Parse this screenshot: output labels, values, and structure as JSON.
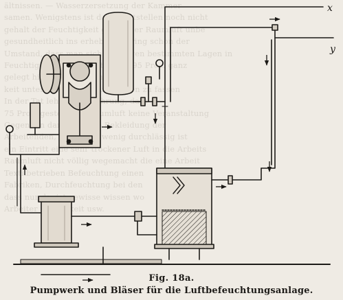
{
  "background_text": {
    "lines": [
      "ältnissen. — Wasserzersetzung der Kammer",
      "samen. Wenigstens ist dabei feststellen noch nicht",
      "gehalt der Feuchtigkeit gehalt der Raumluft unbe",
      "gesundheitlich ins erheblich gering schon der",
      "Umstand, dass man sich in einigen bestimmten Lagen in",
      "Feuchtigkeit der Luft oft bis zu 95 Proz. ganz",
      "gelegt hinweisen auf eine Luft",
      "keit unter Umständen zu Klängen zu fassen",
      "In der Tat lehrt die Erfahrung, dass ...",
      "75 Proz. gesteigerte Raumluft keine Veranstaltung",
      "Gegenden dar, wenn die Bekleidung der",
      "Arbeitenden, Wenn nun wenig durchlässig ist",
      "ein Eintritt eine sehr trockener Luft in die Arbeits",
      "Raumluft nicht völlig wegemacht die eine Arbeit",
      "Textilbetrieben Befeuchtung einen",
      "Fabriken, Durchfeuchtung bei den",
      "dass nur da, ist gewisse wissen wo",
      "Arbeiter Sauberkeit usw."
    ]
  },
  "figure": {
    "labels": {
      "outlet_x": "x",
      "outlet_y": "y"
    }
  },
  "caption": {
    "number": "Fig. 18a.",
    "title": "Pumpwerk und Bläser für die Luftbefeuchtungsanlage."
  }
}
